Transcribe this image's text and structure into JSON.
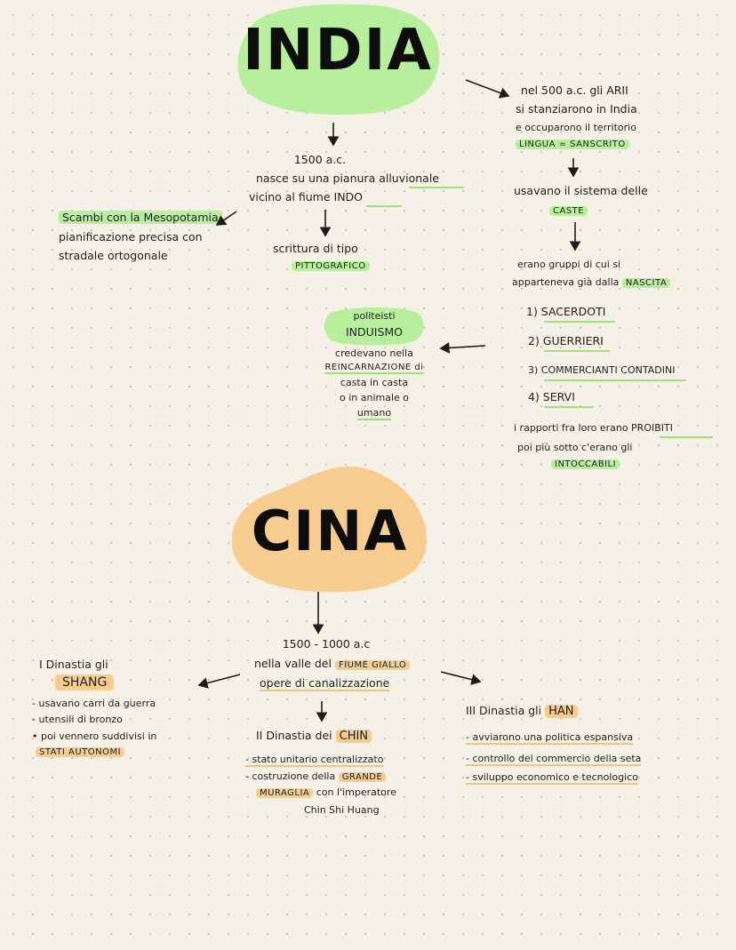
{
  "india": {
    "title": "INDIA",
    "date": "1500 a.c.",
    "origin_l1": "nasce su una pianura alluvionale",
    "origin_l2": "vicino al fiume INDO",
    "scambi_l1": "Scambi con la Mesopotamia",
    "scambi_l2": "pianificazione precisa con",
    "scambi_l3": "stradale ortogonale",
    "scrittura_l1": "scrittura di tipo",
    "scrittura_l2": "PITTOGRAFICO",
    "arii_l1": "nel 500 a.c. gli ARII",
    "arii_l2": "si stanziarono in India",
    "arii_l3": "e occuparono il territorio",
    "arii_l4": "LINGUA = SANSCRITO",
    "caste_l1": "usavano il sistema delle",
    "caste_l2": "CASTE",
    "gruppi_l1": "erano gruppi di cui si",
    "gruppi_l2": "apparteneva già dalla NASCITA",
    "castes": [
      "1) SACERDOTI",
      "2) GUERRIERI",
      "3) COMMERCIANTI CONTADINI",
      "4) SERVI"
    ],
    "rapporti_l1": "i rapporti fra loro erano PROIBITI",
    "rapporti_l2": "poi più sotto c'erano gli",
    "rapporti_l3": "INTOCCABILI",
    "religion_l1": "politeisti",
    "religion_l2": "INDUISMO",
    "religion_l3": "credevano nella",
    "religion_l4": "REINCARNAZIONE di",
    "religion_l5": "casta in casta",
    "religion_l6": "o in animale o",
    "religion_l7": "umano"
  },
  "cina": {
    "title": "CINA",
    "date": "1500 - 1000 a.c",
    "valle_l1": "nella valle del FIUME GIALLO",
    "valle_l2": "opere di canalizzazione",
    "shang_l1": "I Dinastia gli",
    "shang_l2": "SHANG",
    "shang_items": [
      "- usavano carri da guerra",
      "- utensili di bronzo",
      "• poi vennero suddivisi in"
    ],
    "shang_l3": "STATI AUTONOMI",
    "chin_l1": "II Dinastia dei CHIN",
    "chin_items": [
      "- stato unitario centralizzato",
      "- costruzione della GRANDE",
      "MURAGLIA con l'imperatore",
      "Chin Shi Huang"
    ],
    "han_l1": "III Dinastia gli HAN",
    "han_items": [
      "- avviarono una politica espansiva",
      "- controllo del commercio della seta",
      "- sviluppo economico e tecnologico"
    ]
  },
  "colors": {
    "green": "#b7ef9c",
    "orange": "#f6cd8e",
    "ink": "#1c1c1c"
  }
}
